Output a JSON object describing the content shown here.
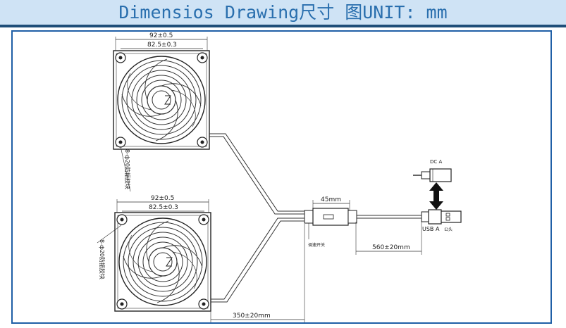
{
  "header": {
    "title": "Dimensios Drawing尺寸 图UNIT: mm",
    "colors": {
      "banner_bg": "#cfe3f5",
      "banner_text": "#2a6fae",
      "rule": "#1f4e79",
      "frame": "#1f5fa6"
    }
  },
  "drawing": {
    "fan_top": {
      "outer_dim": "92±0.5",
      "inner_dim": "82.5±0.3",
      "side_note": "8-ф20防振胶块"
    },
    "fan_bottom": {
      "outer_dim": "92±0.5",
      "inner_dim": "82.5±0.3",
      "side_note": "8-ф20防振胶块"
    },
    "controller": {
      "length_dim": "45mm",
      "label": "调速开关"
    },
    "cable_usb_dim": "560±20mm",
    "cable_fan_dim": "350±20mm",
    "dc_label": "DC A",
    "usb_label": "USB A",
    "usb_sub_label": "公头"
  }
}
